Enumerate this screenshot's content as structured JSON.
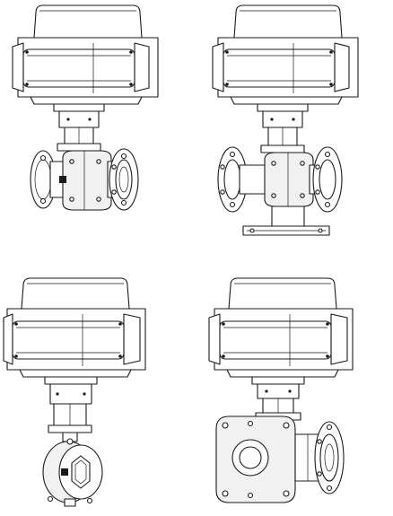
{
  "figure": {
    "variants": [
      {
        "id": "electric-ball-valve-two-way-flanged",
        "icon": "actuator-two-way-flanged-ball-valve"
      },
      {
        "id": "electric-ball-valve-three-way-flanged",
        "icon": "actuator-three-way-tee-flanged-valve"
      },
      {
        "id": "electric-v-port-wafer-valve",
        "icon": "actuator-wafer-v-port-ball-valve"
      },
      {
        "id": "electric-ball-valve-three-way-cross",
        "icon": "actuator-three-way-cross-flanged-valve"
      }
    ],
    "colors": {
      "line": "#1a1a1a",
      "fill": "#ffffff",
      "shade": "#f1f1f1"
    }
  }
}
